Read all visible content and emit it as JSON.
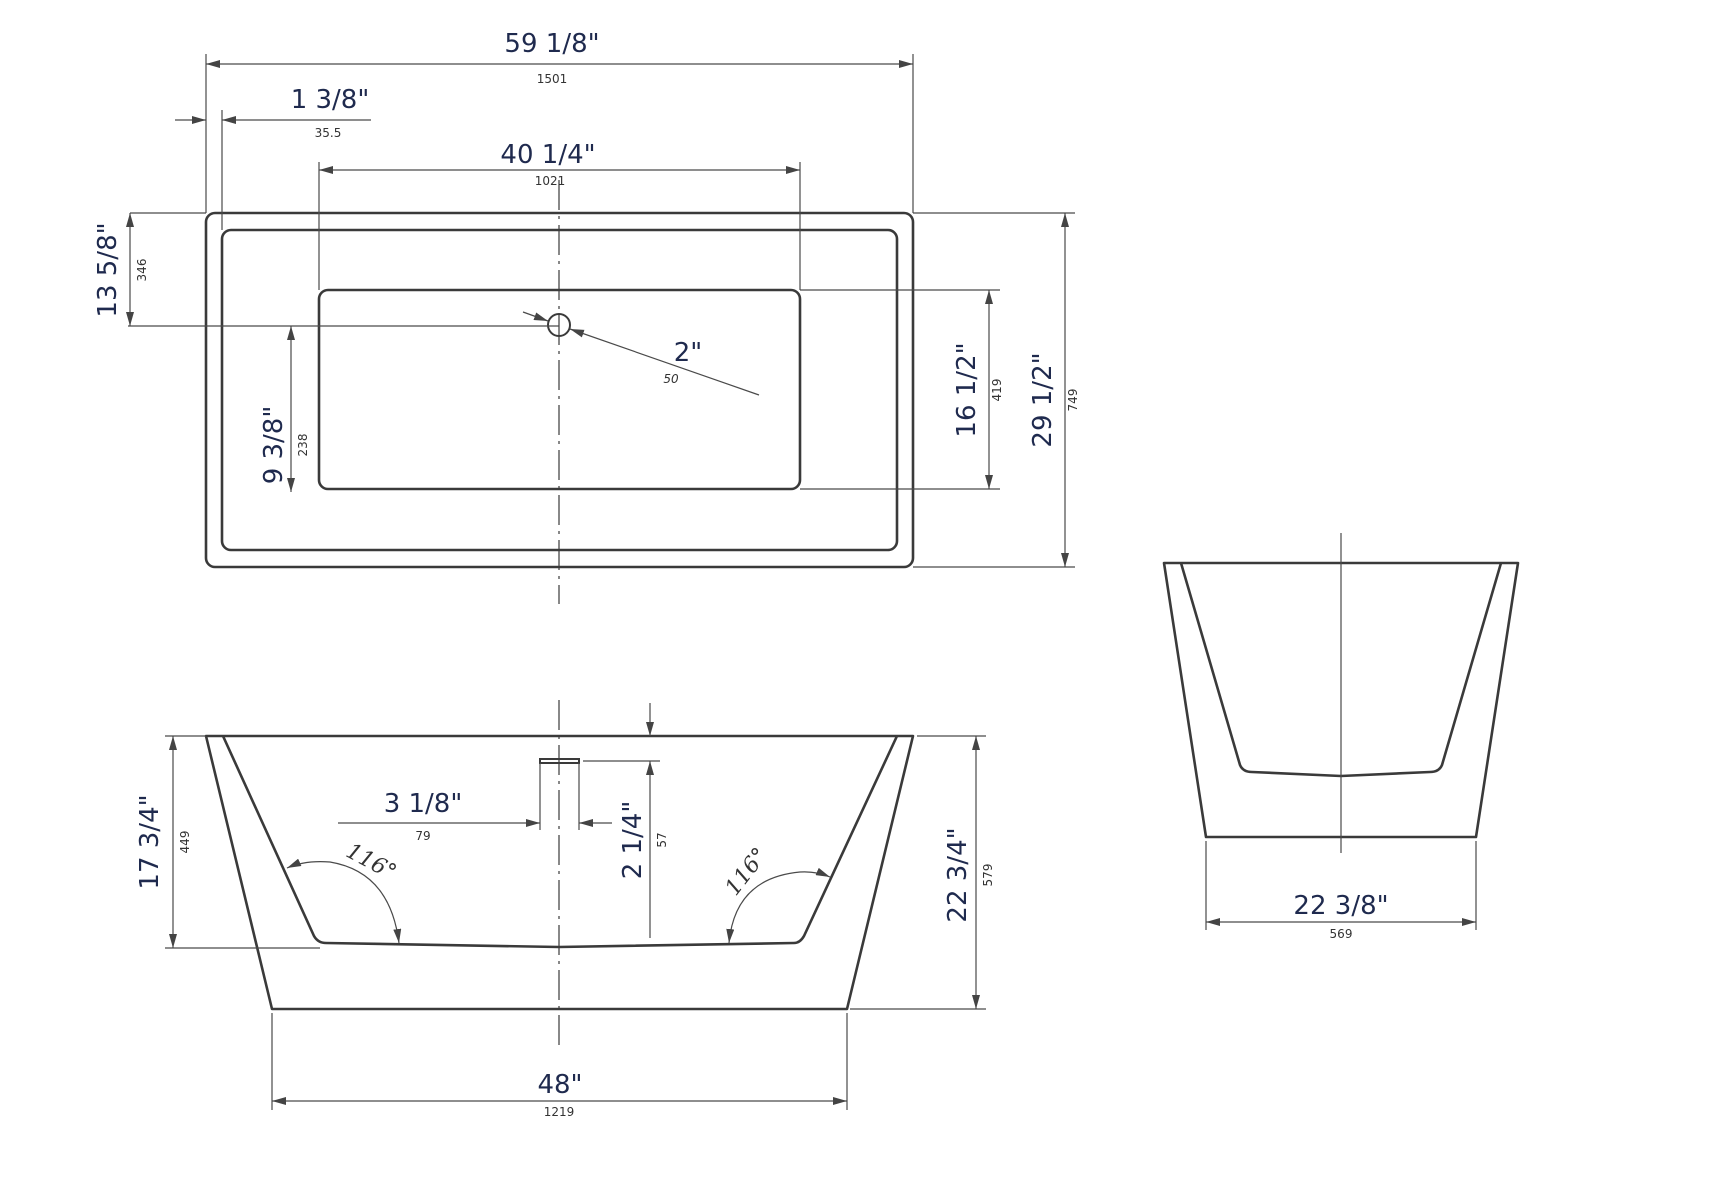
{
  "drawing": {
    "colors": {
      "line": "#3a3a3a",
      "dimension_text": "#1f2a4e",
      "mm_text": "#333333"
    },
    "top_view": {
      "overall_length": {
        "inch": "59 1/8\"",
        "mm": "1501"
      },
      "rim_width": {
        "inch": "1 3/8\"",
        "mm": "35.5"
      },
      "floor_length": {
        "inch": "40 1/4\"",
        "mm": "1021"
      },
      "drain_offset": {
        "inch": "13 5/8\"",
        "mm": "346"
      },
      "drain_to_floor_edge": {
        "inch": "9 3/8\"",
        "mm": "238"
      },
      "drain_diameter": {
        "inch": "2\"",
        "mm": "50"
      },
      "floor_width": {
        "inch": "16 1/2\"",
        "mm": "419"
      },
      "overall_width": {
        "inch": "29 1/2\"",
        "mm": "749"
      }
    },
    "side_view": {
      "interior_depth": {
        "inch": "17 3/4\"",
        "mm": "449"
      },
      "overflow_width": {
        "inch": "3 1/8\"",
        "mm": "79"
      },
      "overflow_depth": {
        "inch": "2 1/4\"",
        "mm": "57"
      },
      "overall_height": {
        "inch": "22 3/4\"",
        "mm": "579"
      },
      "base_length": {
        "inch": "48\"",
        "mm": "1219"
      },
      "left_angle": "116°",
      "right_angle": "116°"
    },
    "end_view": {
      "base_width": {
        "inch": "22 3/8\"",
        "mm": "569"
      }
    }
  }
}
